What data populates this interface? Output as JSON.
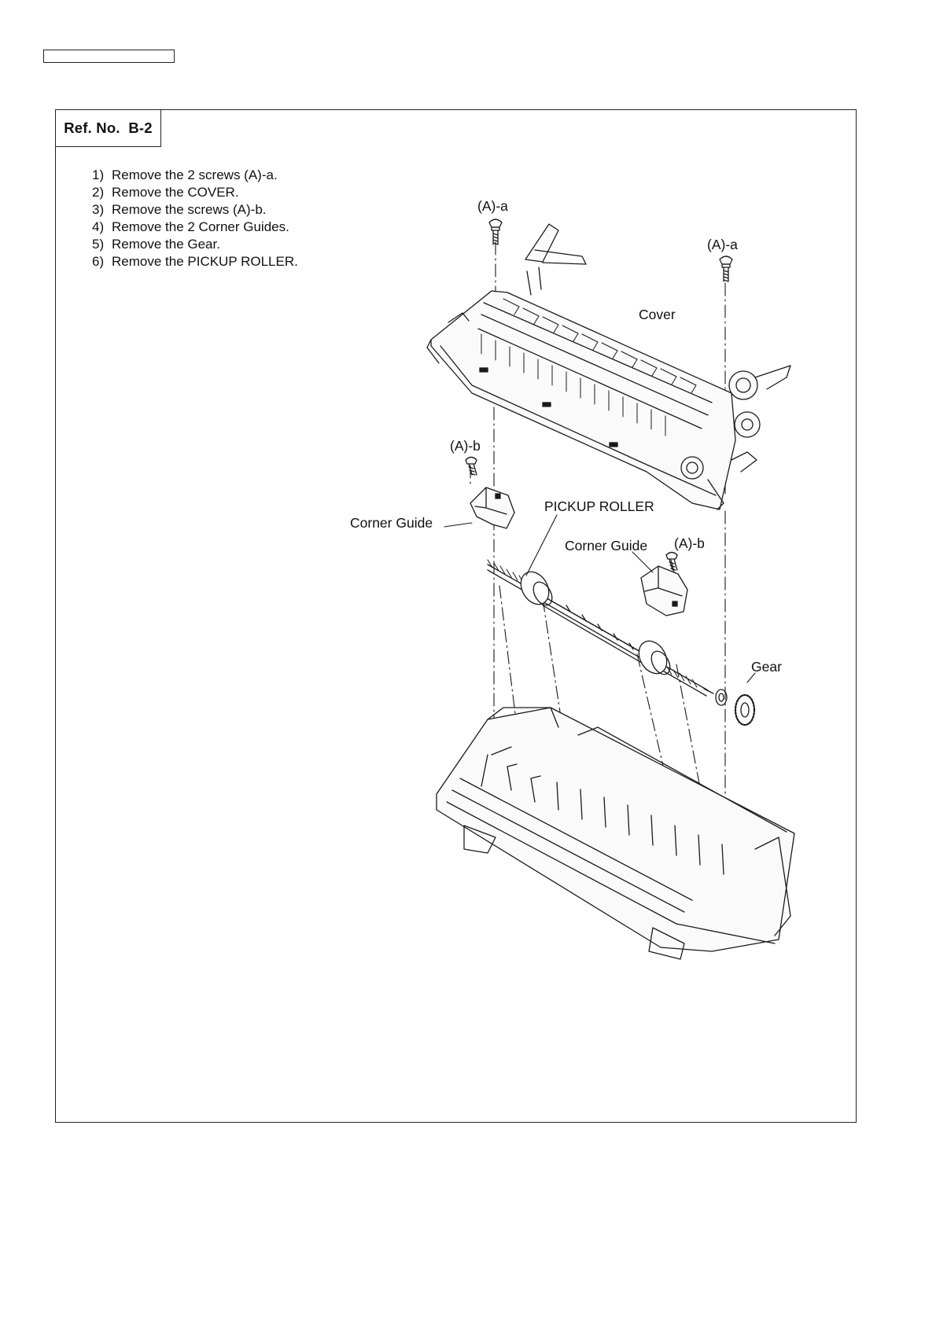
{
  "header": {
    "ref_label": "Ref. No.  B-2"
  },
  "steps": [
    {
      "num": "1)",
      "text": "Remove the 2 screws (A)-a."
    },
    {
      "num": "2)",
      "text": "Remove the COVER."
    },
    {
      "num": "3)",
      "text": "Remove the screws (A)-b."
    },
    {
      "num": "4)",
      "text": "Remove the 2 Corner Guides."
    },
    {
      "num": "5)",
      "text": "Remove the Gear."
    },
    {
      "num": "6)",
      "text": "Remove the PICKUP ROLLER."
    }
  ],
  "labels": {
    "screw_a_left": "(A)-a",
    "screw_a_right": "(A)-a",
    "cover": "Cover",
    "screw_b_left": "(A)-b",
    "corner_guide_left": "Corner Guide",
    "pickup_roller": "PICKUP ROLLER",
    "corner_guide_right": "Corner Guide",
    "screw_b_right": "(A)-b",
    "gear": "Gear"
  }
}
